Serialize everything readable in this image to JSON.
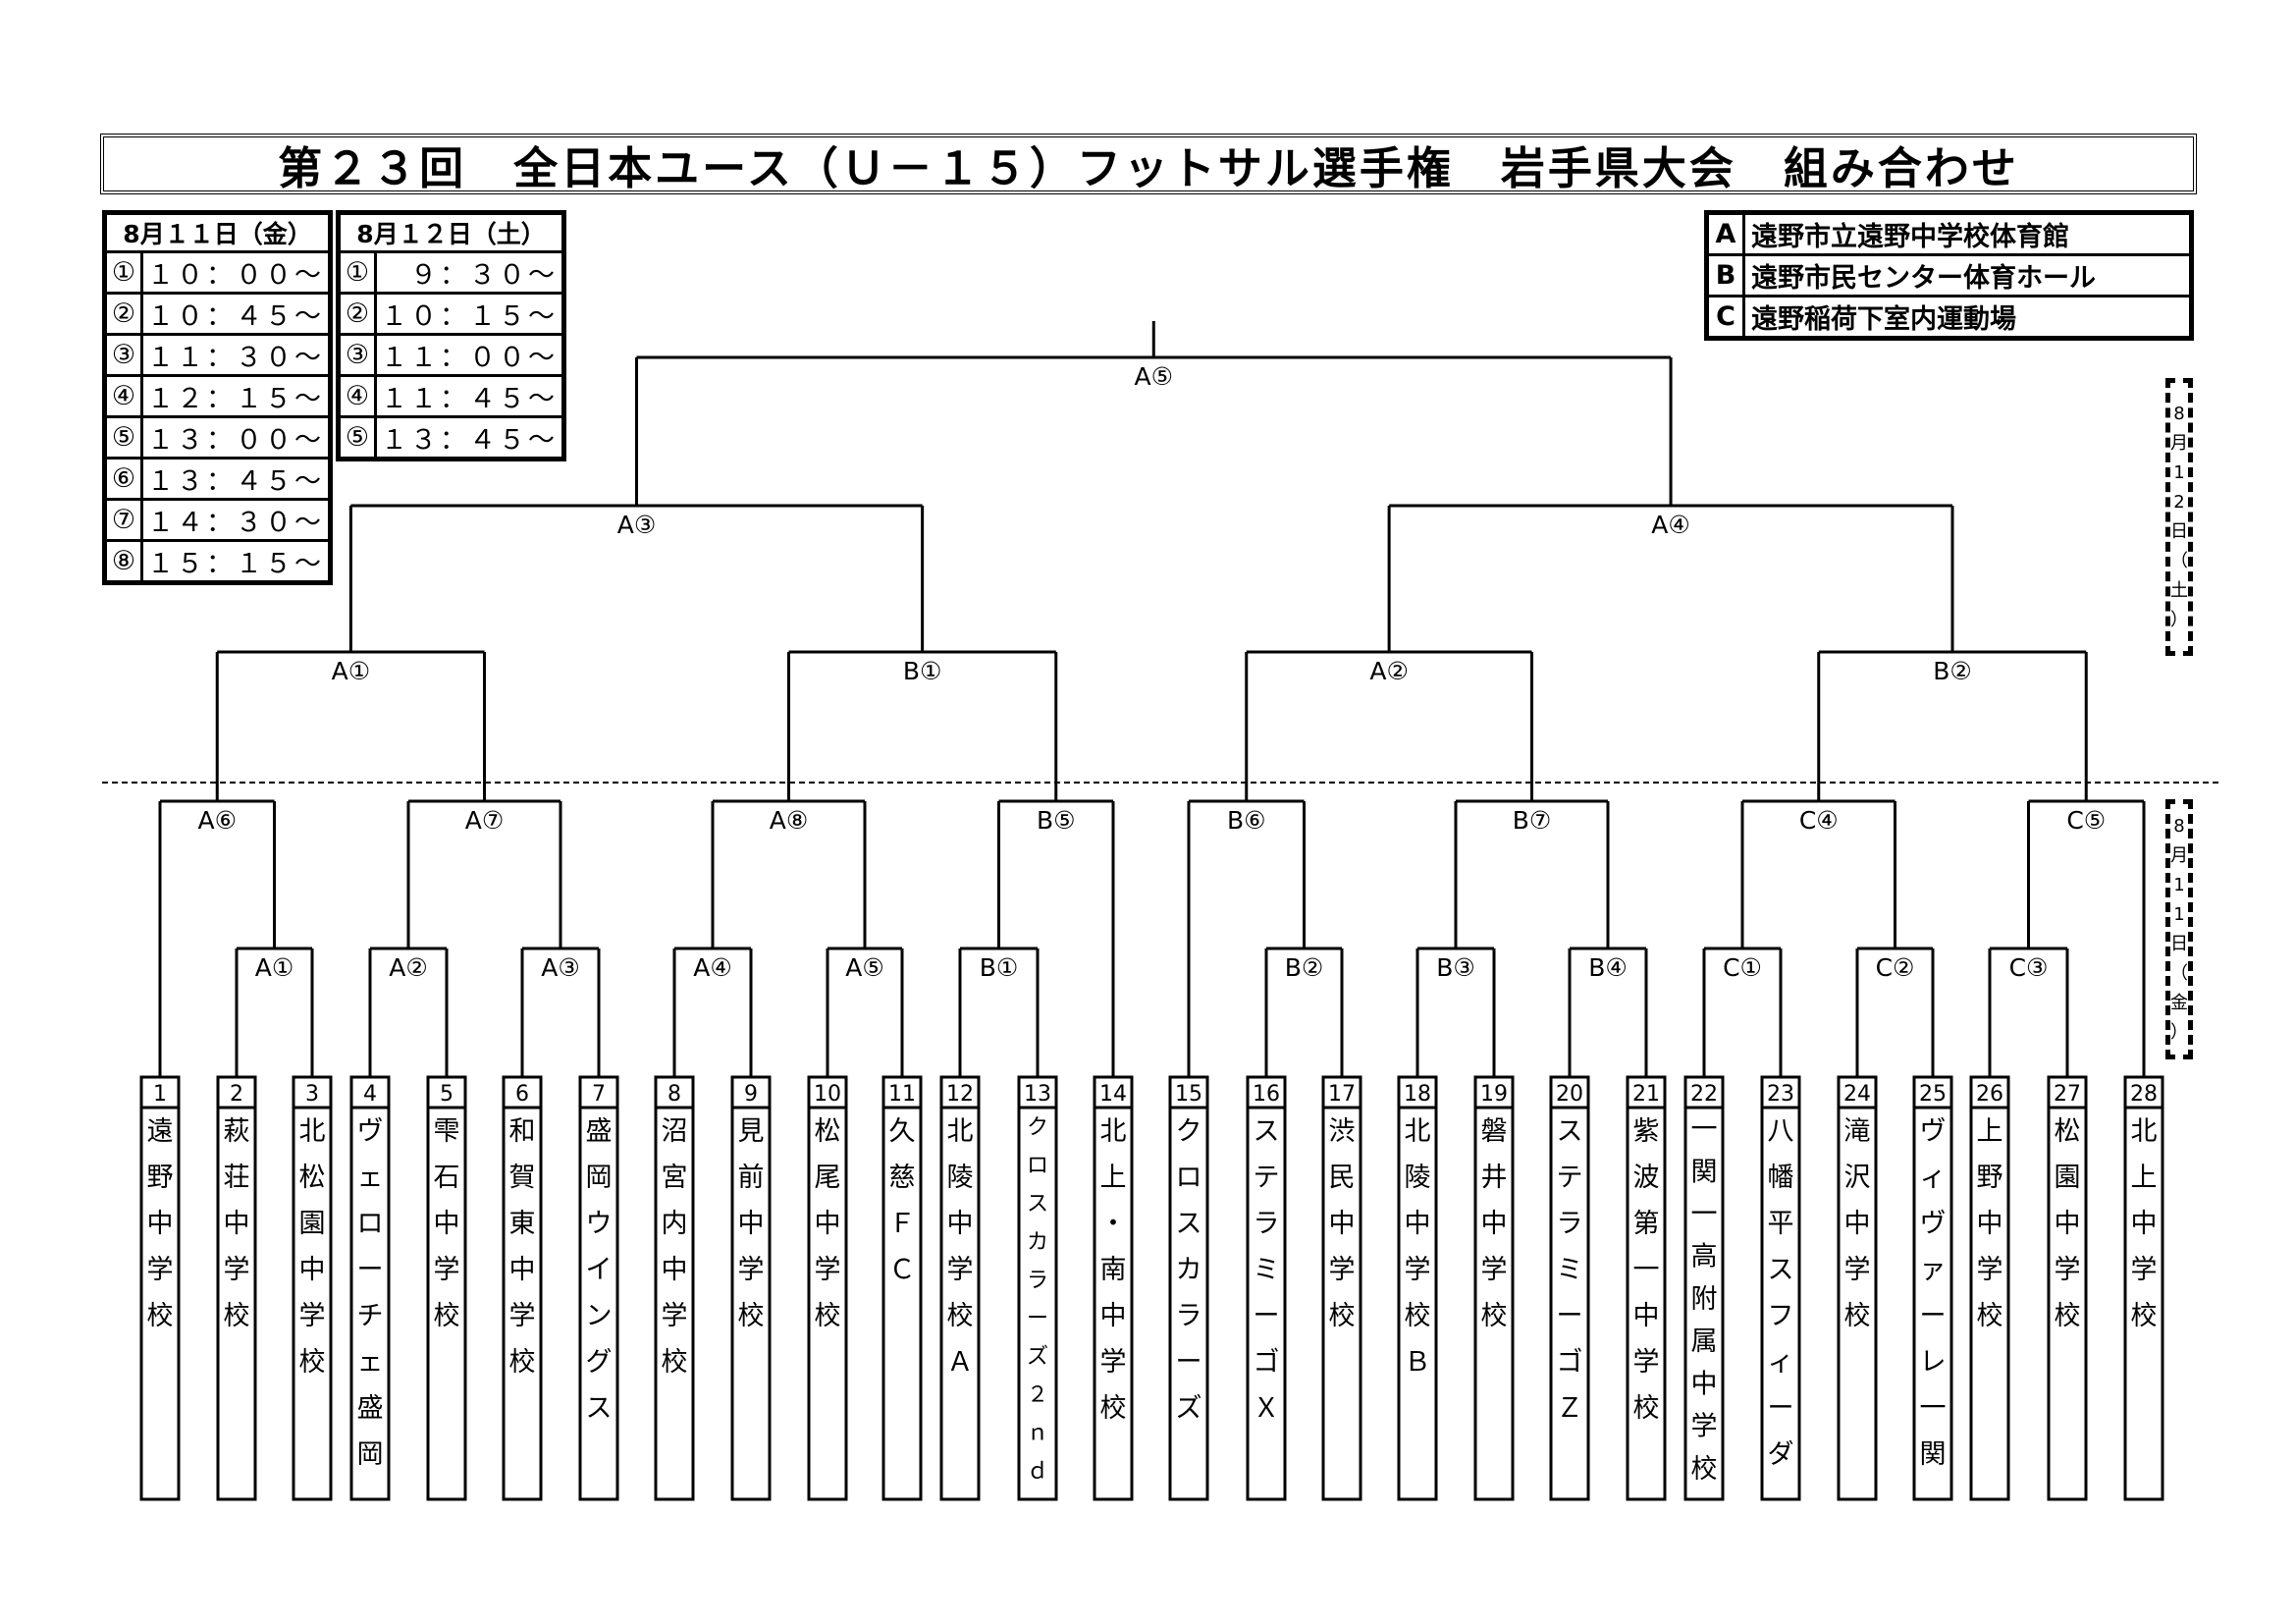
{
  "title": "第２３回　全日本ユース（Ｕ－１５）フットサル選手権　岩手県大会　組み合わせ",
  "schedule_day1": {
    "header": "8月１１日（金）",
    "slots": [
      {
        "no": "①",
        "time": "１０：００～"
      },
      {
        "no": "②",
        "time": "１０：４５～"
      },
      {
        "no": "③",
        "time": "１１：３０～"
      },
      {
        "no": "④",
        "time": "１２：１５～"
      },
      {
        "no": "⑤",
        "time": "１３：００～"
      },
      {
        "no": "⑥",
        "time": "１３：４５～"
      },
      {
        "no": "⑦",
        "time": "１４：３０～"
      },
      {
        "no": "⑧",
        "time": "１５：１５～"
      }
    ]
  },
  "schedule_day2": {
    "header": "8月１２日（土）",
    "slots": [
      {
        "no": "①",
        "time": "９：３０～"
      },
      {
        "no": "②",
        "time": "１０：１５～"
      },
      {
        "no": "③",
        "time": "１１：００～"
      },
      {
        "no": "④",
        "time": "１１：４５～"
      },
      {
        "no": "⑤",
        "time": "１３：４５～"
      }
    ]
  },
  "venues": [
    {
      "key": "A",
      "name": "遠野市立遠野中学校体育館"
    },
    {
      "key": "B",
      "name": "遠野市民センター体育ホール"
    },
    {
      "key": "C",
      "name": "遠野稲荷下室内運動場"
    }
  ],
  "day_label_top": [
    "8",
    "月",
    "1",
    "2",
    "日",
    "（",
    "土",
    "）"
  ],
  "day_label_bottom": [
    "8",
    "月",
    "1",
    "1",
    "日",
    "（",
    "金",
    "）"
  ],
  "teams": [
    {
      "no": "1",
      "name": "遠野中学校"
    },
    {
      "no": "2",
      "name": "萩荘中学校"
    },
    {
      "no": "3",
      "name": "北松園中学校"
    },
    {
      "no": "4",
      "name": "ヴェローチェ盛岡"
    },
    {
      "no": "5",
      "name": "雫石中学校"
    },
    {
      "no": "6",
      "name": "和賀東中学校"
    },
    {
      "no": "7",
      "name": "盛岡ウイングス"
    },
    {
      "no": "8",
      "name": "沼宮内中学校"
    },
    {
      "no": "9",
      "name": "見前中学校"
    },
    {
      "no": "10",
      "name": "松尾中学校"
    },
    {
      "no": "11",
      "name": "久慈ＦＣ"
    },
    {
      "no": "12",
      "name": "北陵中学校Ａ"
    },
    {
      "no": "13",
      "name": "クロスカラーズ２ｎｄ"
    },
    {
      "no": "14",
      "name": "北上・南中学校"
    },
    {
      "no": "15",
      "name": "クロスカラーズ"
    },
    {
      "no": "16",
      "name": "ステラミーゴＸ"
    },
    {
      "no": "17",
      "name": "渋民中学校"
    },
    {
      "no": "18",
      "name": "北陵中学校Ｂ"
    },
    {
      "no": "19",
      "name": "磐井中学校"
    },
    {
      "no": "20",
      "name": "ステラミーゴＺ"
    },
    {
      "no": "21",
      "name": "紫波第一中学校"
    },
    {
      "no": "22",
      "name": "一関一高附属中学校"
    },
    {
      "no": "23",
      "name": "八幡平スフィーダ"
    },
    {
      "no": "24",
      "name": "滝沢中学校"
    },
    {
      "no": "25",
      "name": "ヴィヴァーレ一関"
    },
    {
      "no": "26",
      "name": "上野中学校"
    },
    {
      "no": "27",
      "name": "松園中学校"
    },
    {
      "no": "28",
      "name": "北上中学校"
    }
  ],
  "matches": {
    "r1": [
      "A①",
      "A②",
      "A③",
      "A④",
      "A⑤",
      "B①",
      "B②",
      "B③",
      "B④",
      "C①",
      "C②",
      "C③"
    ],
    "r2": [
      "A⑥",
      "A⑦",
      "A⑧",
      "B⑤",
      "B⑥",
      "B⑦",
      "C④",
      "C⑤"
    ],
    "qf": [
      "A①",
      "B①",
      "A②",
      "B②"
    ],
    "sf": [
      "A③",
      "A④"
    ],
    "final": "A⑤"
  }
}
